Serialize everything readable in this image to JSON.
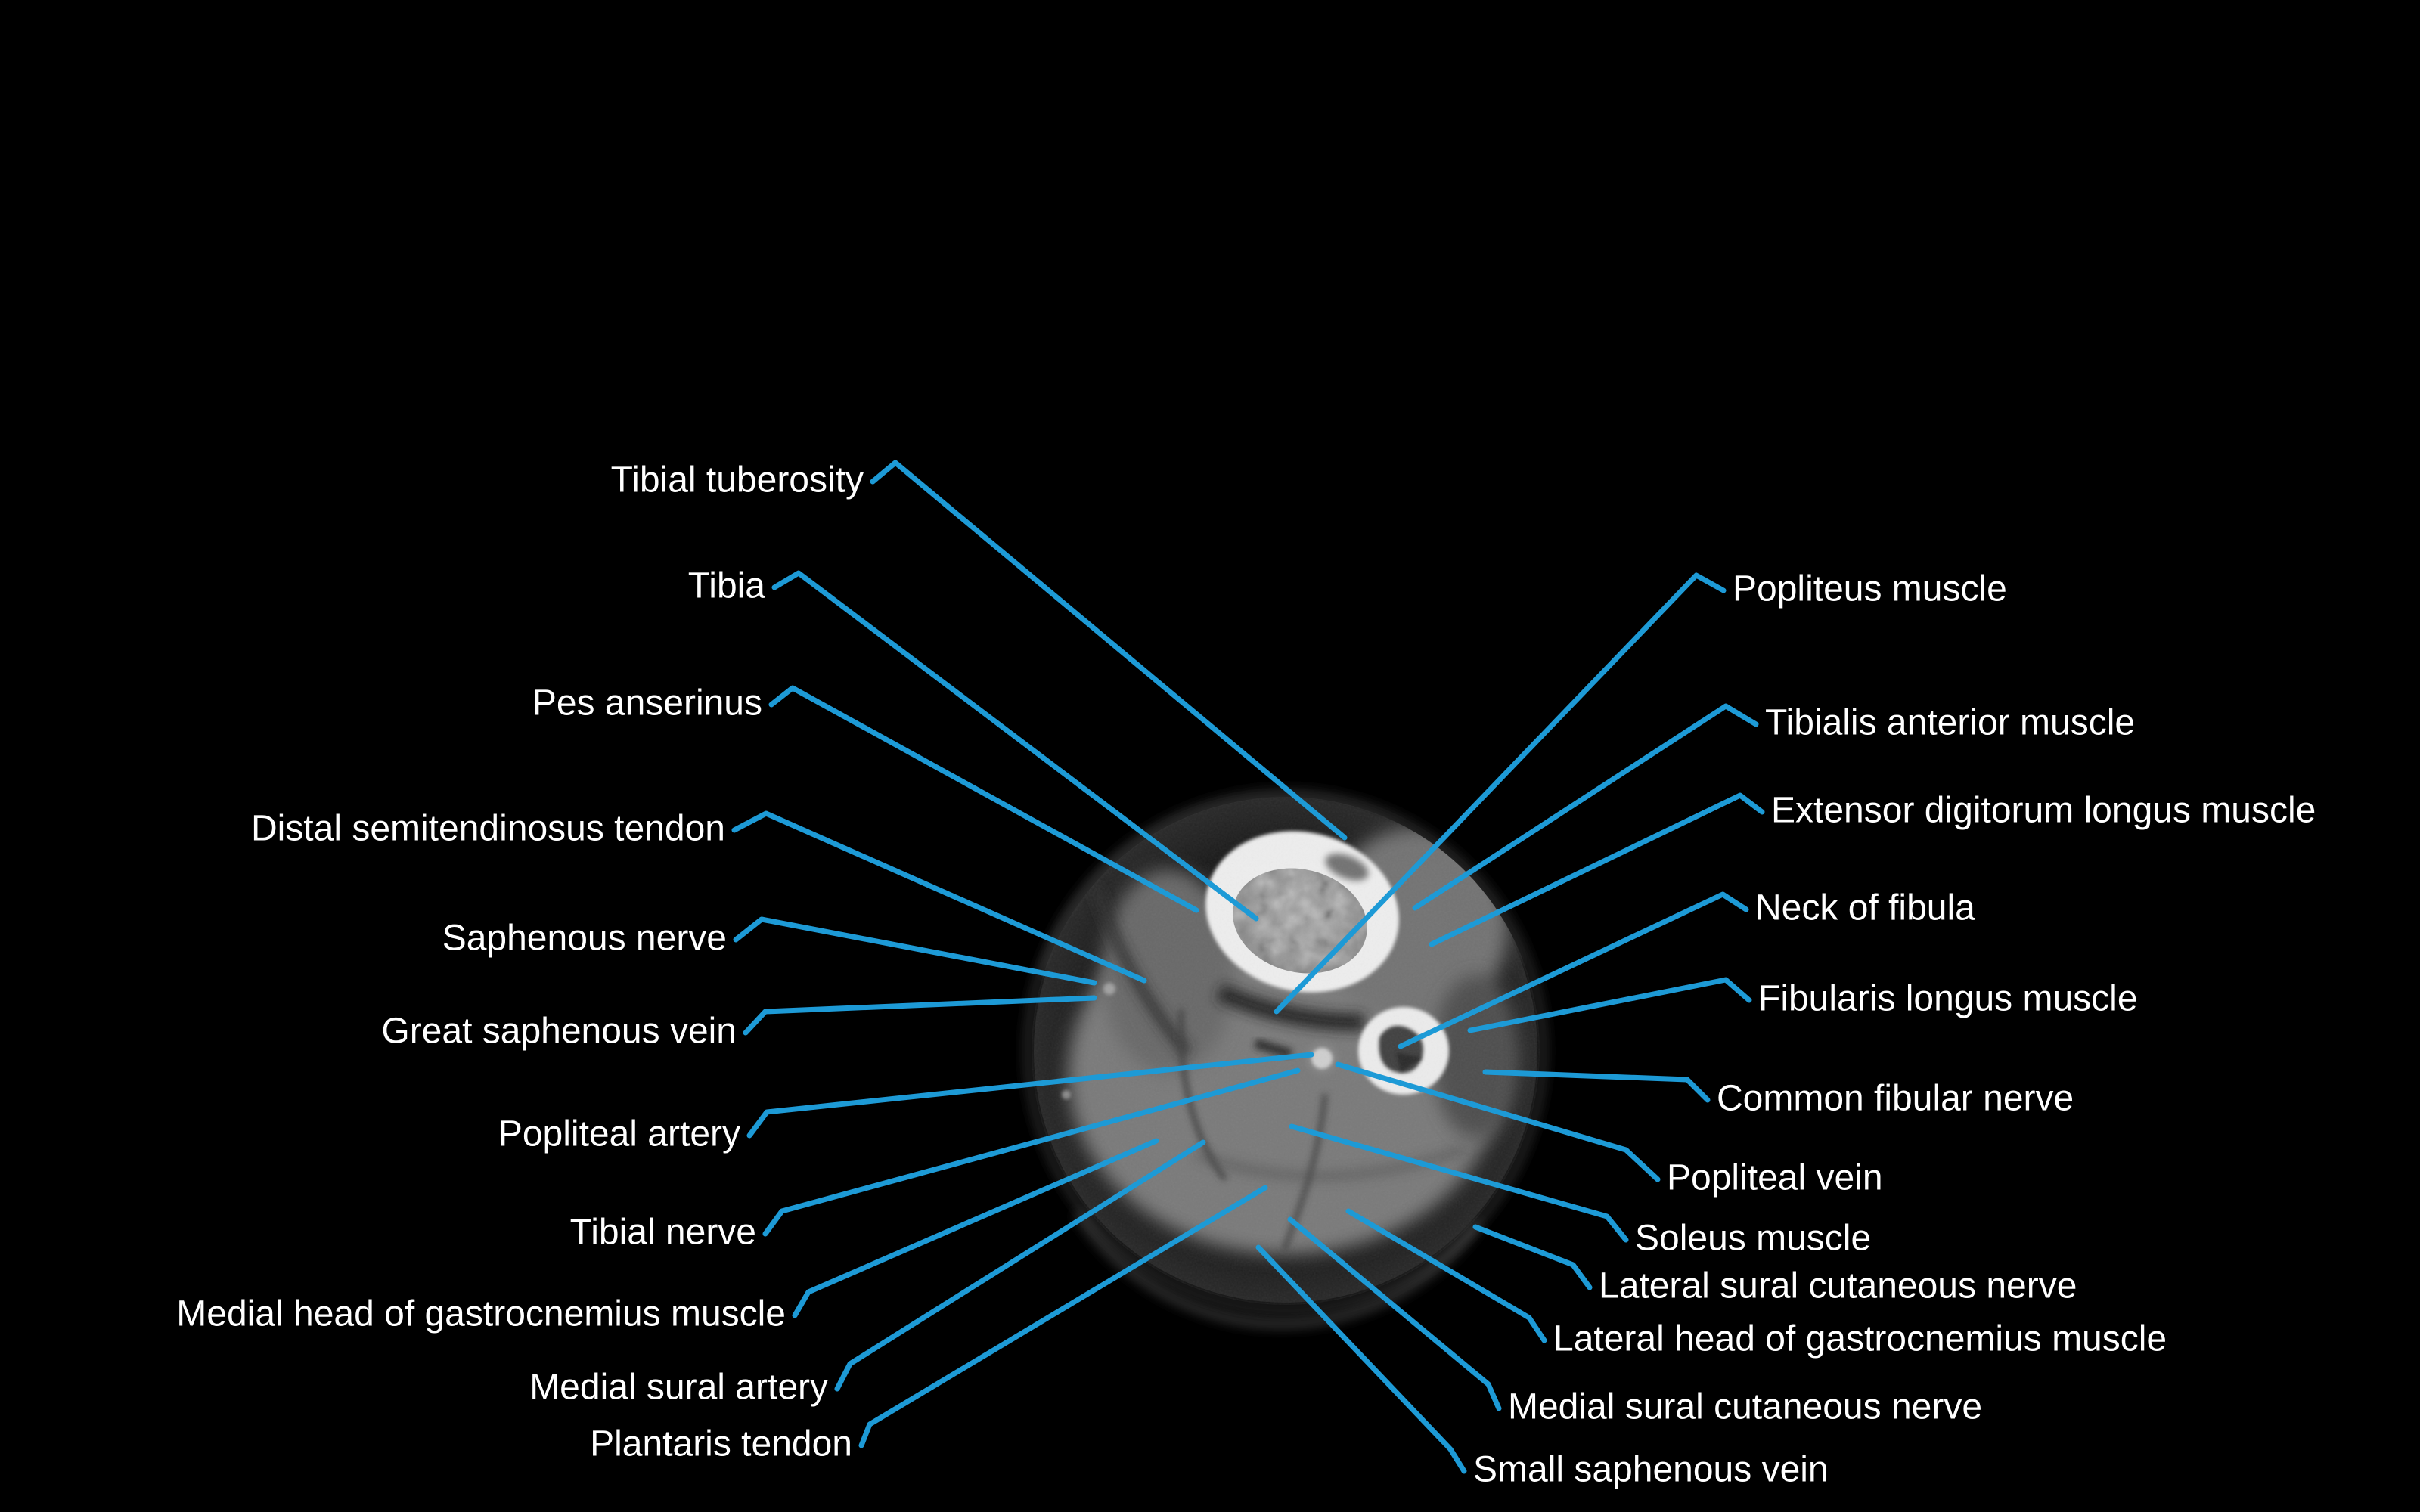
{
  "figure": {
    "type": "axial CT cross-section of the leg with labeled anatomy"
  },
  "colors": {
    "background": "#000000",
    "leader_line": "#1d9ad6",
    "label_text": "#ffffff"
  },
  "labels": {
    "left": [
      {
        "text": "Tibial tuberosity"
      },
      {
        "text": "Tibia"
      },
      {
        "text": "Pes anserinus"
      },
      {
        "text": "Distal semitendinosus tendon"
      },
      {
        "text": "Saphenous nerve"
      },
      {
        "text": "Great saphenous vein"
      },
      {
        "text": "Popliteal artery"
      },
      {
        "text": "Tibial nerve"
      },
      {
        "text": "Medial head of gastrocnemius muscle"
      },
      {
        "text": "Medial sural artery"
      },
      {
        "text": "Plantaris tendon"
      }
    ],
    "right": [
      {
        "text": "Popliteus muscle"
      },
      {
        "text": "Tibialis anterior muscle"
      },
      {
        "text": "Extensor digitorum longus muscle"
      },
      {
        "text": "Neck of fibula"
      },
      {
        "text": "Fibularis longus muscle"
      },
      {
        "text": "Common fibular nerve"
      },
      {
        "text": "Popliteal vein"
      },
      {
        "text": "Soleus muscle"
      },
      {
        "text": "Lateral sural cutaneous nerve"
      },
      {
        "text": "Lateral head of gastrocnemius muscle"
      },
      {
        "text": "Medial sural cutaneous nerve"
      },
      {
        "text": "Small saphenous vein"
      }
    ]
  }
}
